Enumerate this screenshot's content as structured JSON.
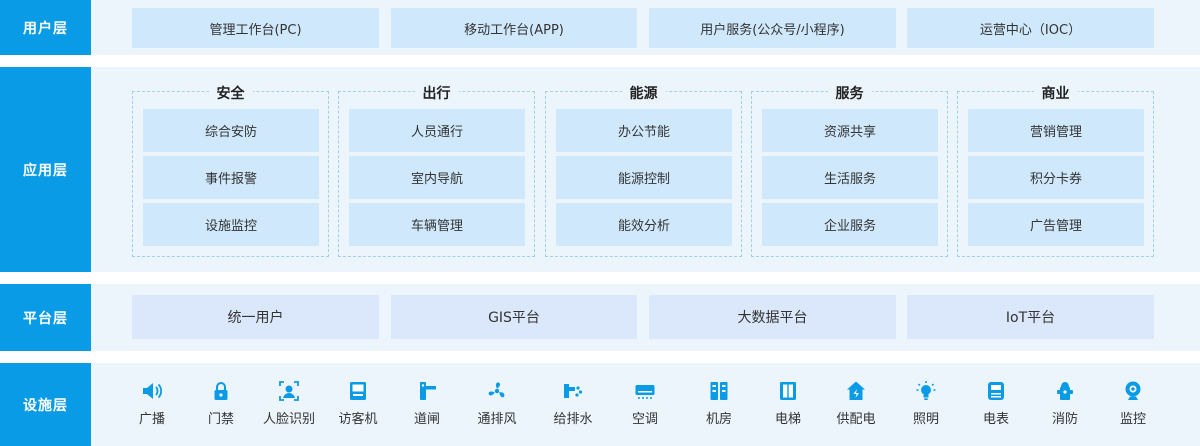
{
  "layers": {
    "user": "用户层",
    "app": "应用层",
    "platform": "平台层",
    "facility": "设施层"
  },
  "user_items": [
    "管理工作台(PC)",
    "移动工作台(APP)",
    "用户服务(公众号/小程序)",
    "运营中心（IOC）"
  ],
  "app_groups": [
    {
      "title": "安全",
      "items": [
        "综合安防",
        "事件报警",
        "设施监控"
      ]
    },
    {
      "title": "出行",
      "items": [
        "人员通行",
        "室内导航",
        "车辆管理"
      ]
    },
    {
      "title": "能源",
      "items": [
        "办公节能",
        "能源控制",
        "能效分析"
      ]
    },
    {
      "title": "服务",
      "items": [
        "资源共享",
        "生活服务",
        "企业服务"
      ]
    },
    {
      "title": "商业",
      "items": [
        "营销管理",
        "积分卡券",
        "广告管理"
      ]
    }
  ],
  "platform_items": [
    "统一用户",
    "GIS平台",
    "大数据平台",
    "IoT平台"
  ],
  "devices": [
    {
      "label": "广播",
      "icon": "speaker-icon"
    },
    {
      "label": "门禁",
      "icon": "lock-icon"
    },
    {
      "label": "人脸识别",
      "icon": "face-id-icon"
    },
    {
      "label": "访客机",
      "icon": "kiosk-icon"
    },
    {
      "label": "道闸",
      "icon": "barrier-gate-icon"
    },
    {
      "label": "通排风",
      "icon": "fan-icon"
    },
    {
      "label": "给排水",
      "icon": "water-icon"
    },
    {
      "label": "空调",
      "icon": "air-conditioner-icon"
    },
    {
      "label": "机房",
      "icon": "server-room-icon"
    },
    {
      "label": "电梯",
      "icon": "elevator-icon"
    },
    {
      "label": "供配电",
      "icon": "power-supply-icon"
    },
    {
      "label": "照明",
      "icon": "bulb-icon"
    },
    {
      "label": "电表",
      "icon": "meter-icon"
    },
    {
      "label": "消防",
      "icon": "fire-hydrant-icon"
    },
    {
      "label": "监控",
      "icon": "camera-icon"
    }
  ],
  "colors": {
    "accent": "#0a9be6",
    "band": "#edf5fc",
    "box": "#cfe8fb",
    "platform_box": "#dbe8fb"
  }
}
